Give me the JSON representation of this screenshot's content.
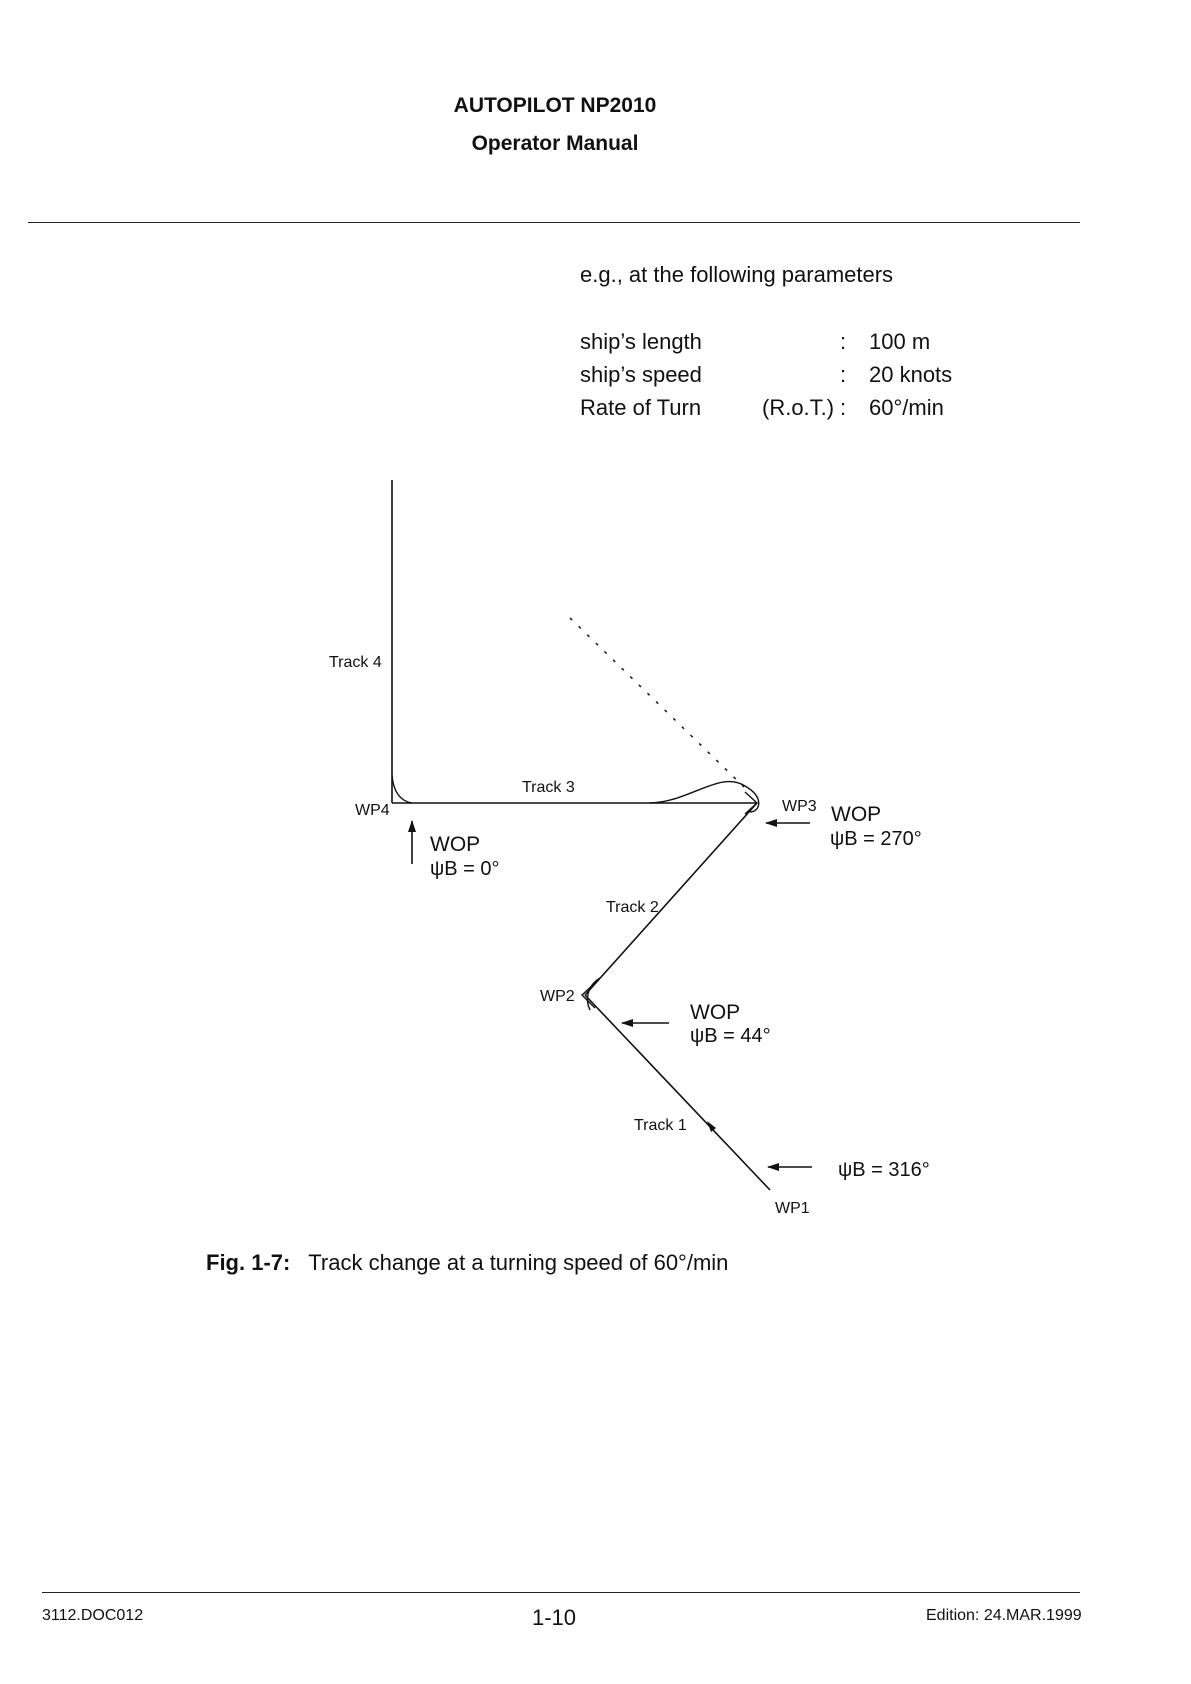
{
  "header": {
    "title": "AUTOPILOT NP2010",
    "subtitle": "Operator Manual"
  },
  "intro": "e.g., at the following parameters",
  "params": [
    {
      "label": "ship’s length",
      "qualifier": "",
      "sep": ":",
      "value": "100 m"
    },
    {
      "label": "ship’s speed",
      "qualifier": "",
      "sep": ":",
      "value": "20 knots"
    },
    {
      "label": "Rate of Turn",
      "qualifier": "(R.o.T.)",
      "sep": ":",
      "value": "60°/min"
    }
  ],
  "diagram": {
    "tracks": [
      "Track 1",
      "Track 2",
      "Track 3",
      "Track 4"
    ],
    "waypoints": [
      "WP1",
      "WP2",
      "WP3",
      "WP4"
    ],
    "wop": "WOP",
    "headings": [
      "ψB = 316°",
      "ψB = 44°",
      "ψB = 270°",
      "ψB = 0°"
    ]
  },
  "figure": {
    "number": "Fig. 1-7:",
    "caption": "Track change at a turning speed of 60°/min"
  },
  "footer": {
    "doc": "3112.DOC012",
    "page": "1-10",
    "edition": "Edition:  24.MAR.1999"
  }
}
